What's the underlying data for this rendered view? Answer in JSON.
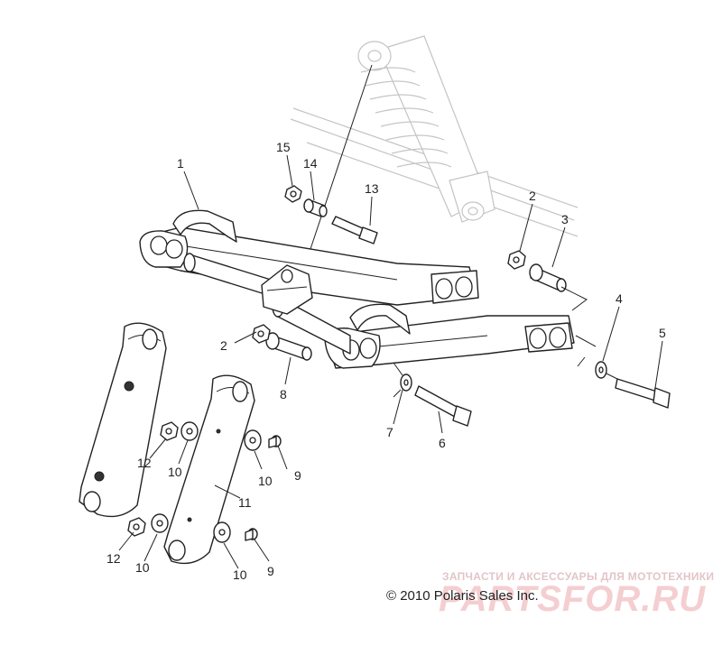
{
  "callouts": [
    {
      "id": "1",
      "label": "1"
    },
    {
      "id": "2a",
      "label": "2"
    },
    {
      "id": "2b",
      "label": "2"
    },
    {
      "id": "3",
      "label": "3"
    },
    {
      "id": "4",
      "label": "4"
    },
    {
      "id": "5",
      "label": "5"
    },
    {
      "id": "6",
      "label": "6"
    },
    {
      "id": "7",
      "label": "7"
    },
    {
      "id": "8",
      "label": "8"
    },
    {
      "id": "9a",
      "label": "9"
    },
    {
      "id": "9b",
      "label": "9"
    },
    {
      "id": "10a",
      "label": "10"
    },
    {
      "id": "10b",
      "label": "10"
    },
    {
      "id": "10c",
      "label": "10"
    },
    {
      "id": "10d",
      "label": "10"
    },
    {
      "id": "11",
      "label": "11"
    },
    {
      "id": "12a",
      "label": "12"
    },
    {
      "id": "12b",
      "label": "12"
    },
    {
      "id": "13",
      "label": "13"
    },
    {
      "id": "14",
      "label": "14"
    },
    {
      "id": "15",
      "label": "15"
    }
  ],
  "copyright": "© 2010 Polaris Sales Inc.",
  "watermark": {
    "tagline": "ЗАПЧАСТИ И АКСЕССУАРЫ ДЛЯ МОТОТЕХНИКИ",
    "logo": "PARTSFOR.RU"
  }
}
